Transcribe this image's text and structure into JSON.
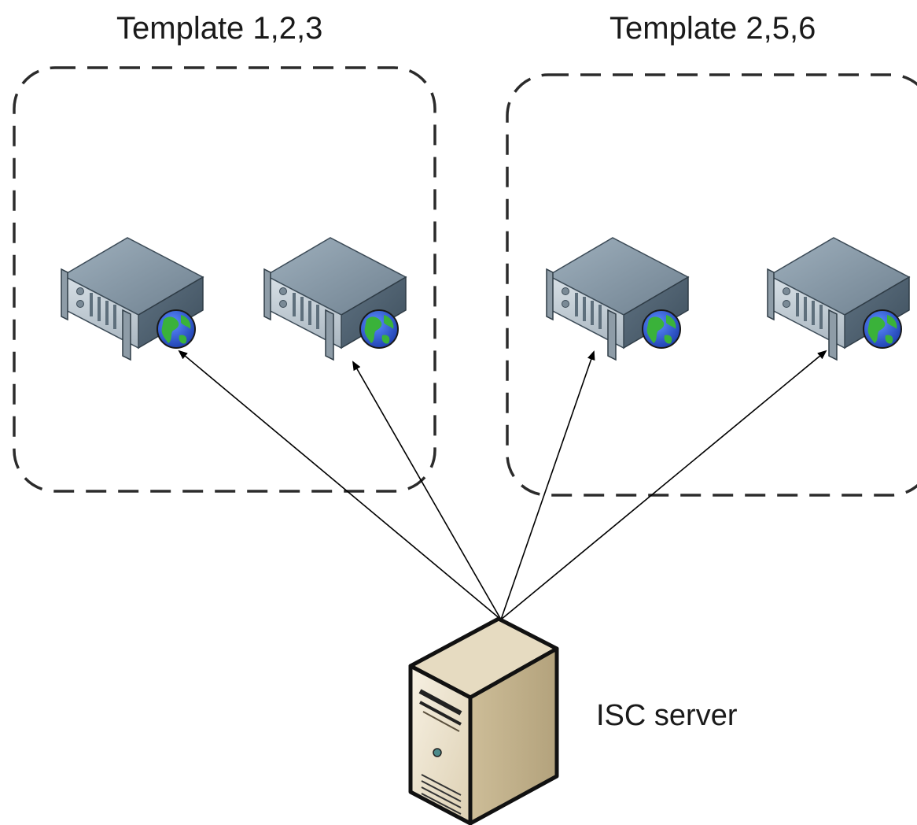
{
  "groups": [
    {
      "title": "Template 1,2,3",
      "servers": 2
    },
    {
      "title": "Template 2,5,6",
      "servers": 2
    }
  ],
  "central_server": {
    "label": "ISC server",
    "icon": "tower-server-icon"
  },
  "edge_server_icon": "rack-web-server-icon",
  "colors": {
    "group_border": "#333333",
    "arrow": "#000000",
    "rack_body": "#7f919f",
    "globe_ocean": "#2b5fd0",
    "globe_land": "#3ab23a",
    "tower_body": "#ece3cf"
  }
}
